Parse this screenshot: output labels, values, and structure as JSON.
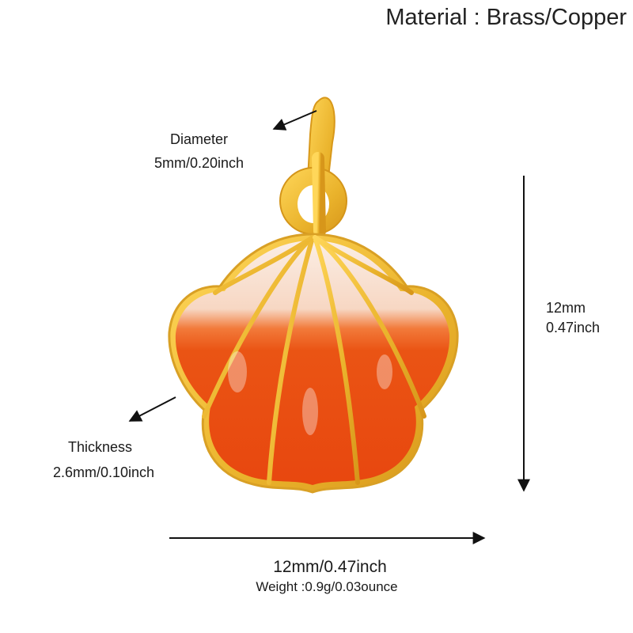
{
  "header": {
    "material": "Material : Brass/Copper"
  },
  "diameter": {
    "label": "Diameter",
    "value": "5mm/0.20inch"
  },
  "height": {
    "value_mm": "12mm",
    "value_inch": "0.47inch"
  },
  "thickness": {
    "label": "Thickness",
    "value": "2.6mm/0.10inch"
  },
  "width": {
    "value": "12mm/0.47inch"
  },
  "weight": {
    "value": "Weight :0.9g/0.03ounce"
  },
  "colors": {
    "gold": "#f1c13a",
    "gold_dark": "#d89a17",
    "enamel_orange": "#ea4f12",
    "enamel_light": "#f7dccb",
    "arrow": "#111111"
  },
  "icons": [
    "shell-charm-image",
    "arrow-icon"
  ]
}
